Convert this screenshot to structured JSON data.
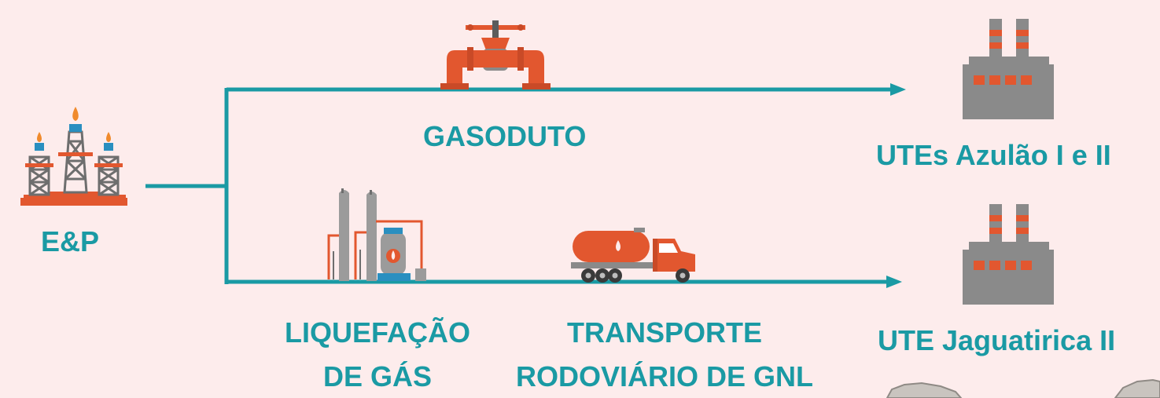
{
  "colors": {
    "background": "#fdecec",
    "accent_teal": "#1a9aa4",
    "pipe_orange": "#e2572f",
    "factory_gray": "#8a8a8a",
    "rig_gray": "#7a7a7a"
  },
  "nodes": {
    "source": {
      "label": "E&P",
      "icon": "oil-rig-icon"
    },
    "pipeline": {
      "label": "GASODUTO",
      "icon": "pipeline-valve-icon"
    },
    "liquefaction": {
      "line1": "LIQUEFAÇÃO",
      "line2": "DE GÁS",
      "icon": "liquefaction-plant-icon"
    },
    "transport": {
      "line1": "TRANSPORTE",
      "line2": "RODOVIÁRIO DE GNL",
      "icon": "tanker-truck-icon"
    },
    "plant_top": {
      "label": "UTEs Azulão I e II",
      "icon": "power-plant-icon"
    },
    "plant_bottom": {
      "label": "UTE Jaguatirica II",
      "icon": "power-plant-icon"
    }
  }
}
